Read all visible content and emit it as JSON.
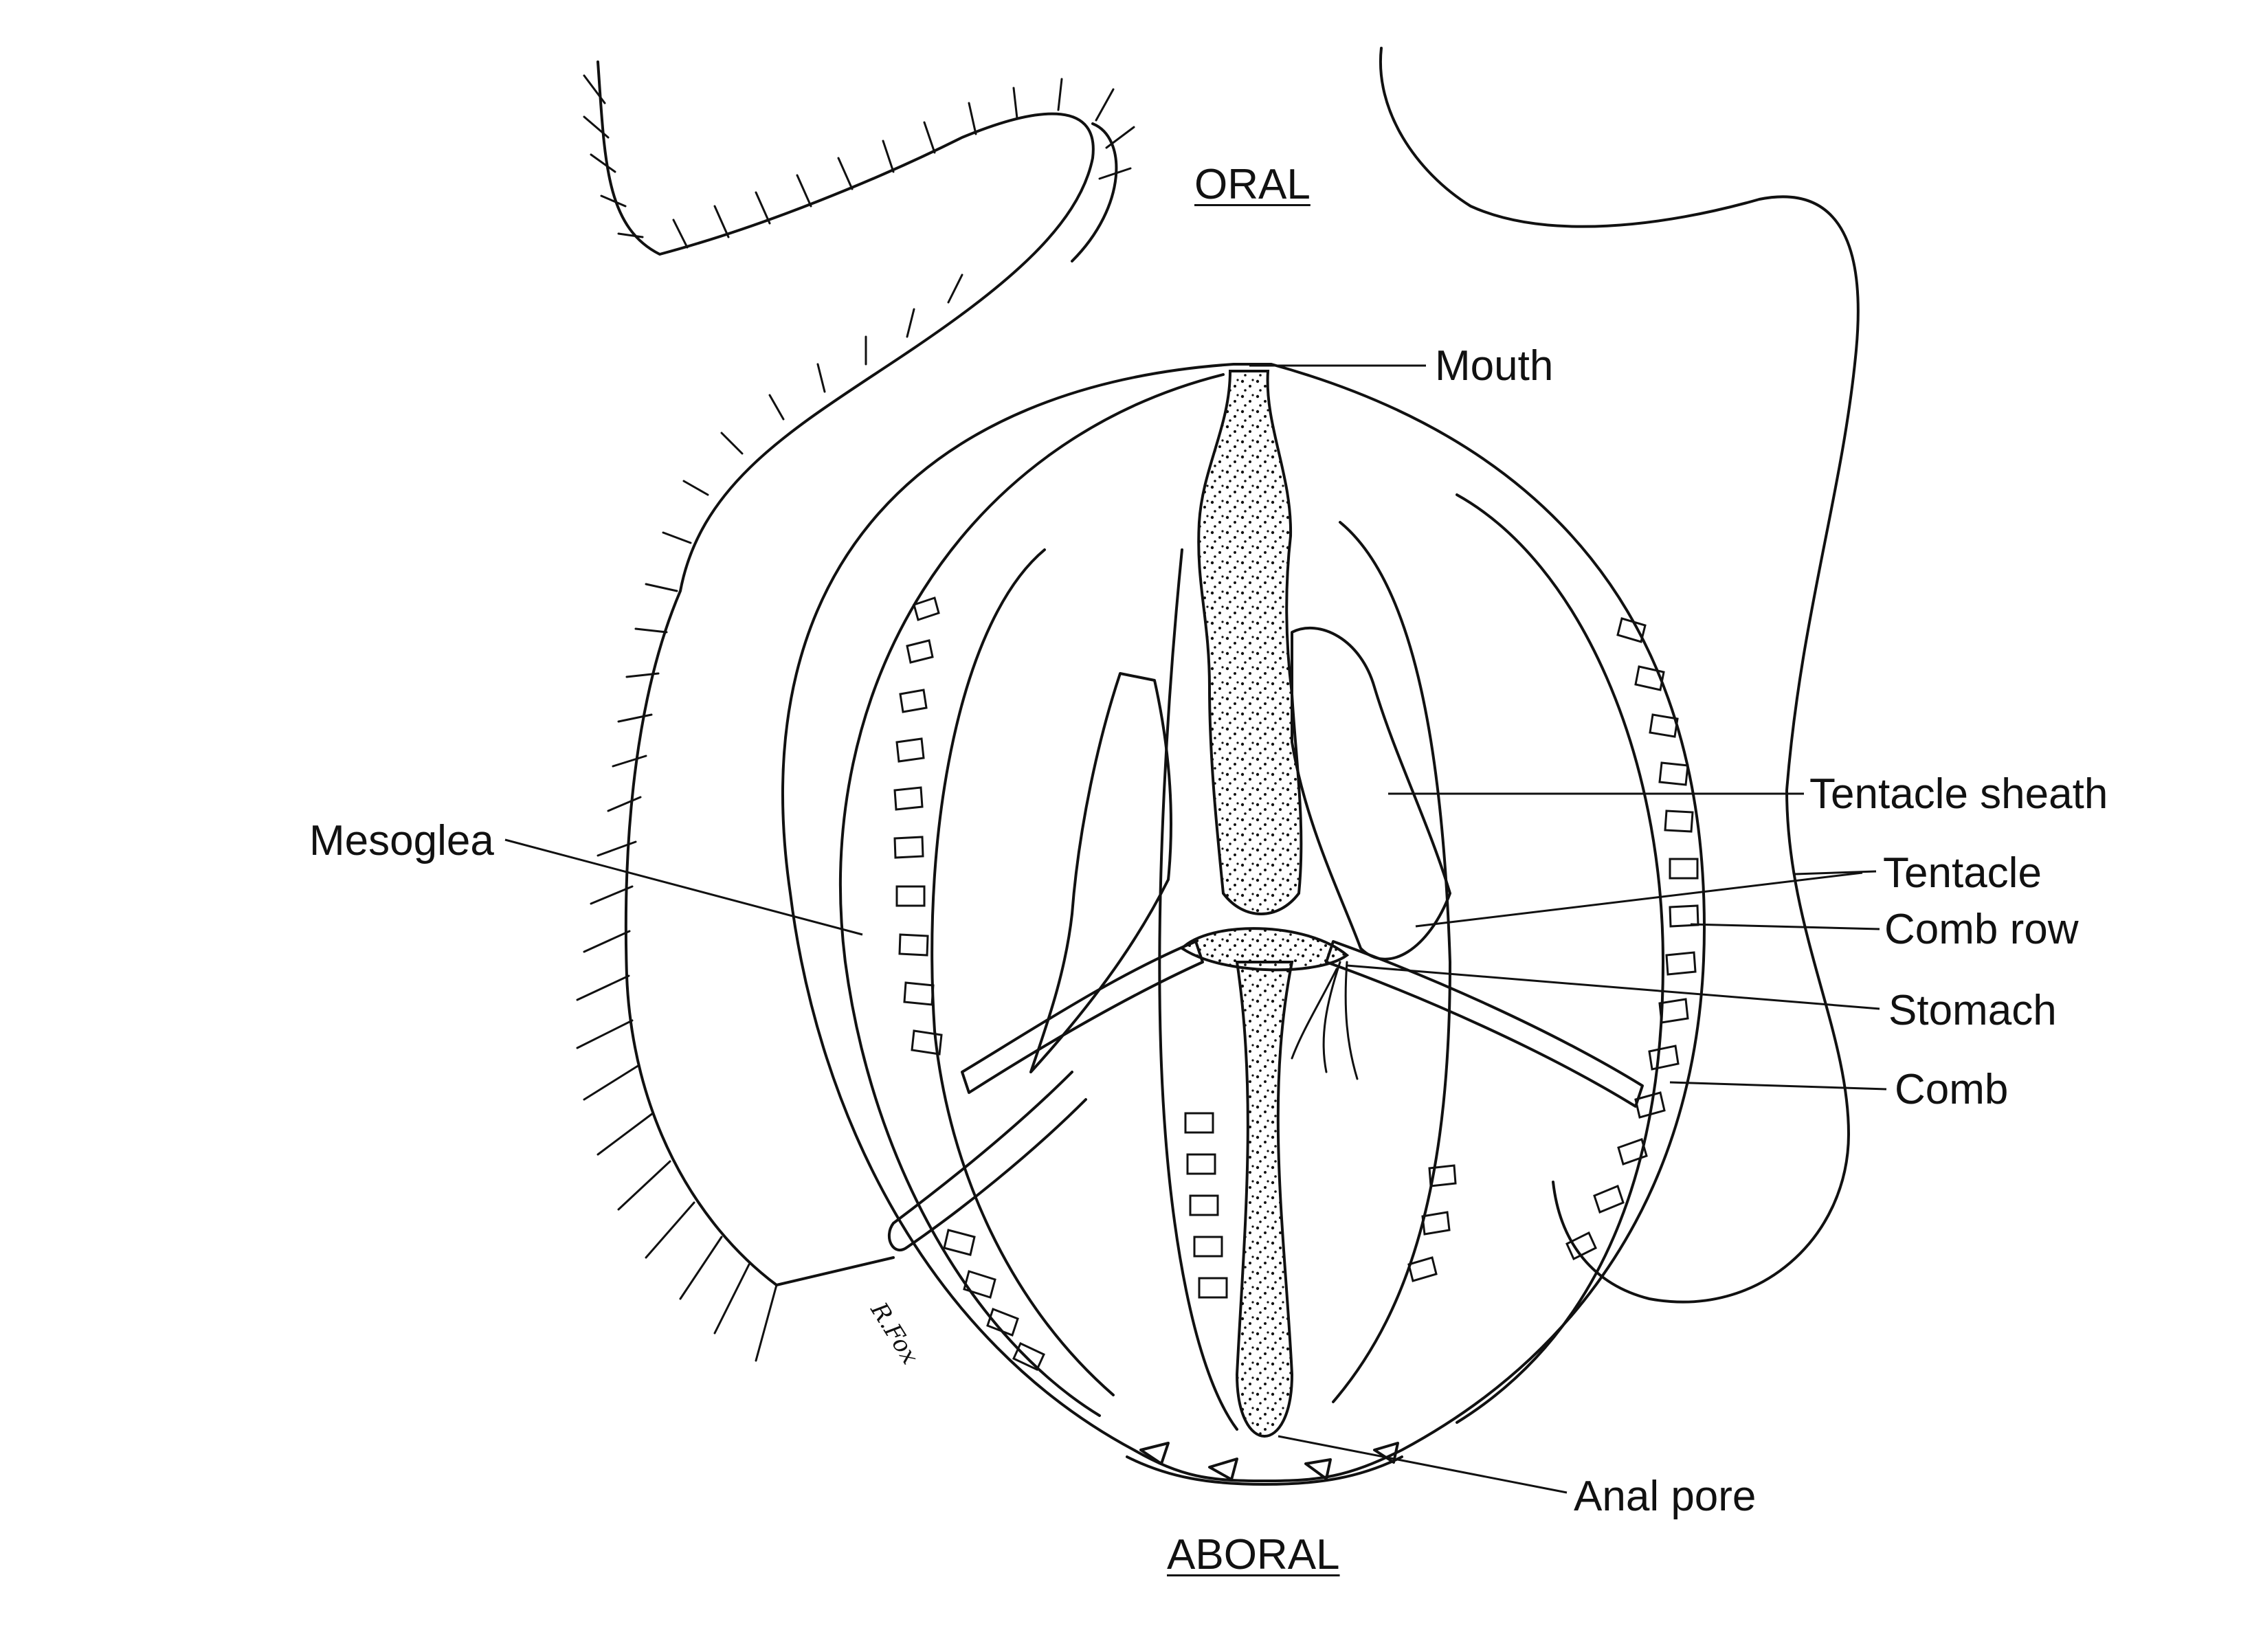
{
  "orientation": {
    "oral": "ORAL",
    "aboral": "ABORAL"
  },
  "labels": {
    "mouth": "Mouth",
    "tentacle_sheath": "Tentacle sheath",
    "tentacle": "Tentacle",
    "comb_row": "Comb row",
    "stomach": "Stomach",
    "comb": "Comb",
    "anal_pore": "Anal pore",
    "mesoglea": "Mesoglea"
  },
  "signature": "R.Fox"
}
